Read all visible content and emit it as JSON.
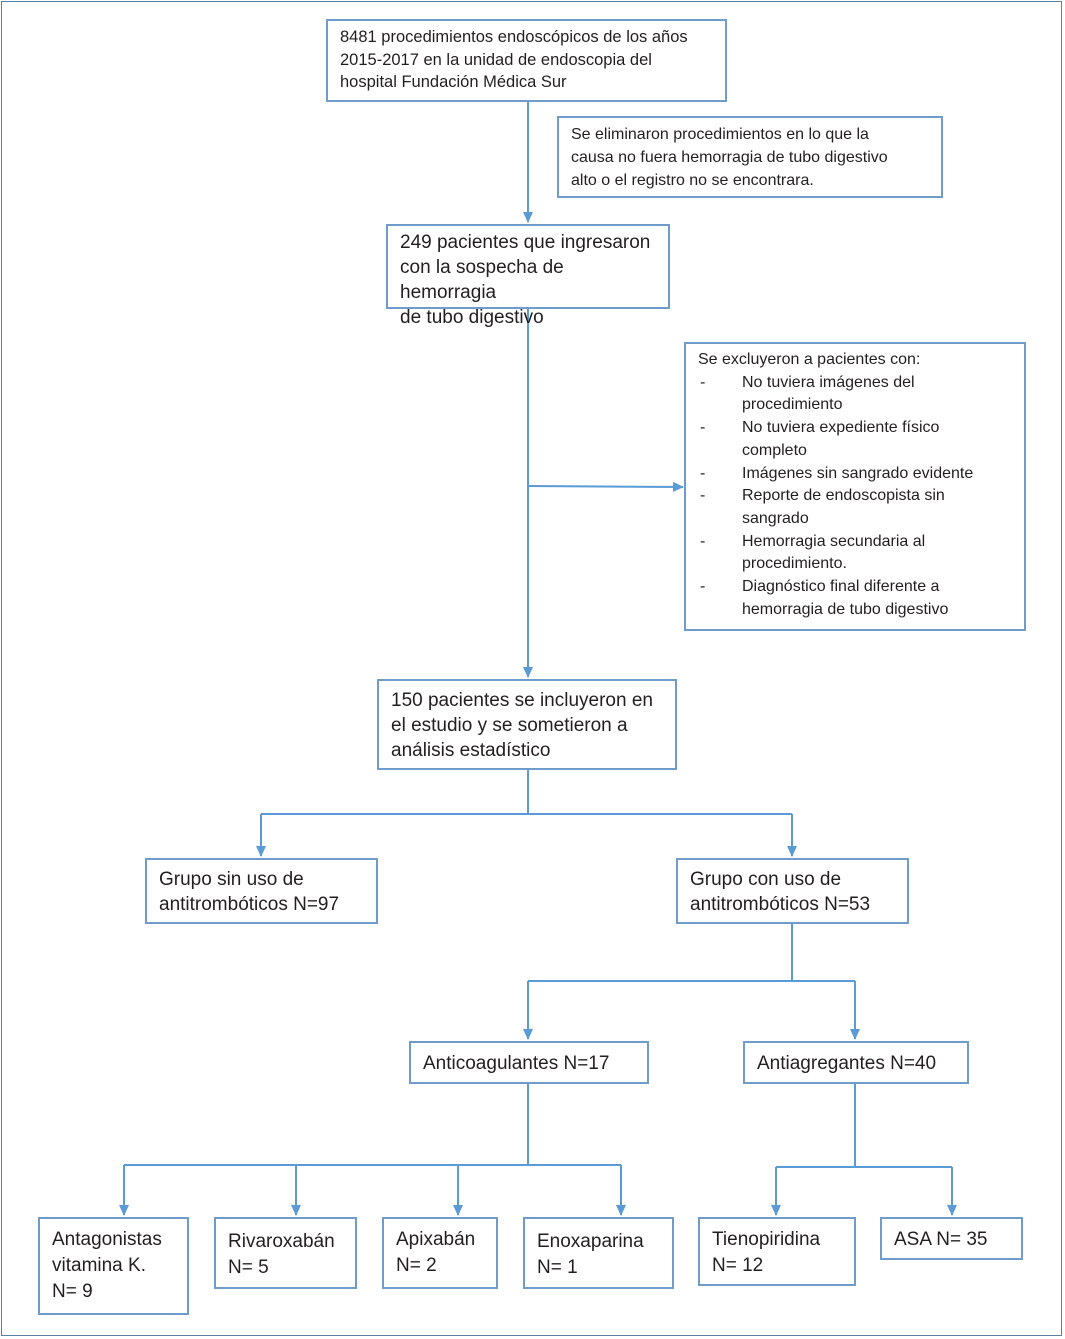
{
  "diagram": {
    "boxes": {
      "total_procedures": "8481 procedimientos endoscópicos de los años\n2015-2017 en la unidad de endoscopia del\nhospital Fundación Médica Sur",
      "eliminated_note": "Se eliminaron procedimientos en lo que la\ncausa no fuera hemorragia de tubo digestivo\nalto o el registro no se encontrara.",
      "admitted_patients": "249 pacientes que ingresaron\ncon la sospecha de hemorragia\nde tubo digestivo",
      "included_patients": "150 pacientes se incluyeron en\nel estudio y se sometieron a\nanálisis estadístico",
      "group_without": "Grupo sin uso de\nantitrombóticos N=97",
      "group_with": "Grupo con uso de\nantitrombóticos N=53",
      "anticoagulants": "Anticoagulantes N=17",
      "antiplatelets": "Antiagregantes N=40",
      "vitamin_k_antagonists": "Antagonistas\nvitamina K.\nN= 9",
      "rivaroxaban": "Rivaroxabán\nN= 5",
      "apixaban": "Apixabán\nN= 2",
      "enoxaparin": "Enoxaparina\nN= 1",
      "thienopyridine": "Tienopiridina\nN= 12",
      "asa": "ASA N= 35"
    },
    "exclusion": {
      "title": "Se excluyeron a pacientes con:",
      "items": [
        "No tuviera imágenes del\nprocedimiento",
        "No tuviera expediente físico\ncompleto",
        "Imágenes sin sangrado evidente",
        "Reporte de endoscopista sin\nsangrado",
        "Hemorragia secundaria al\nprocedimiento.",
        "Diagnóstico final diferente a\nhemorragia de tubo digestivo"
      ]
    },
    "colors": {
      "border": "#6f9ccb",
      "connector": "#5b9bd5",
      "frame": "#5a7fa8"
    }
  }
}
